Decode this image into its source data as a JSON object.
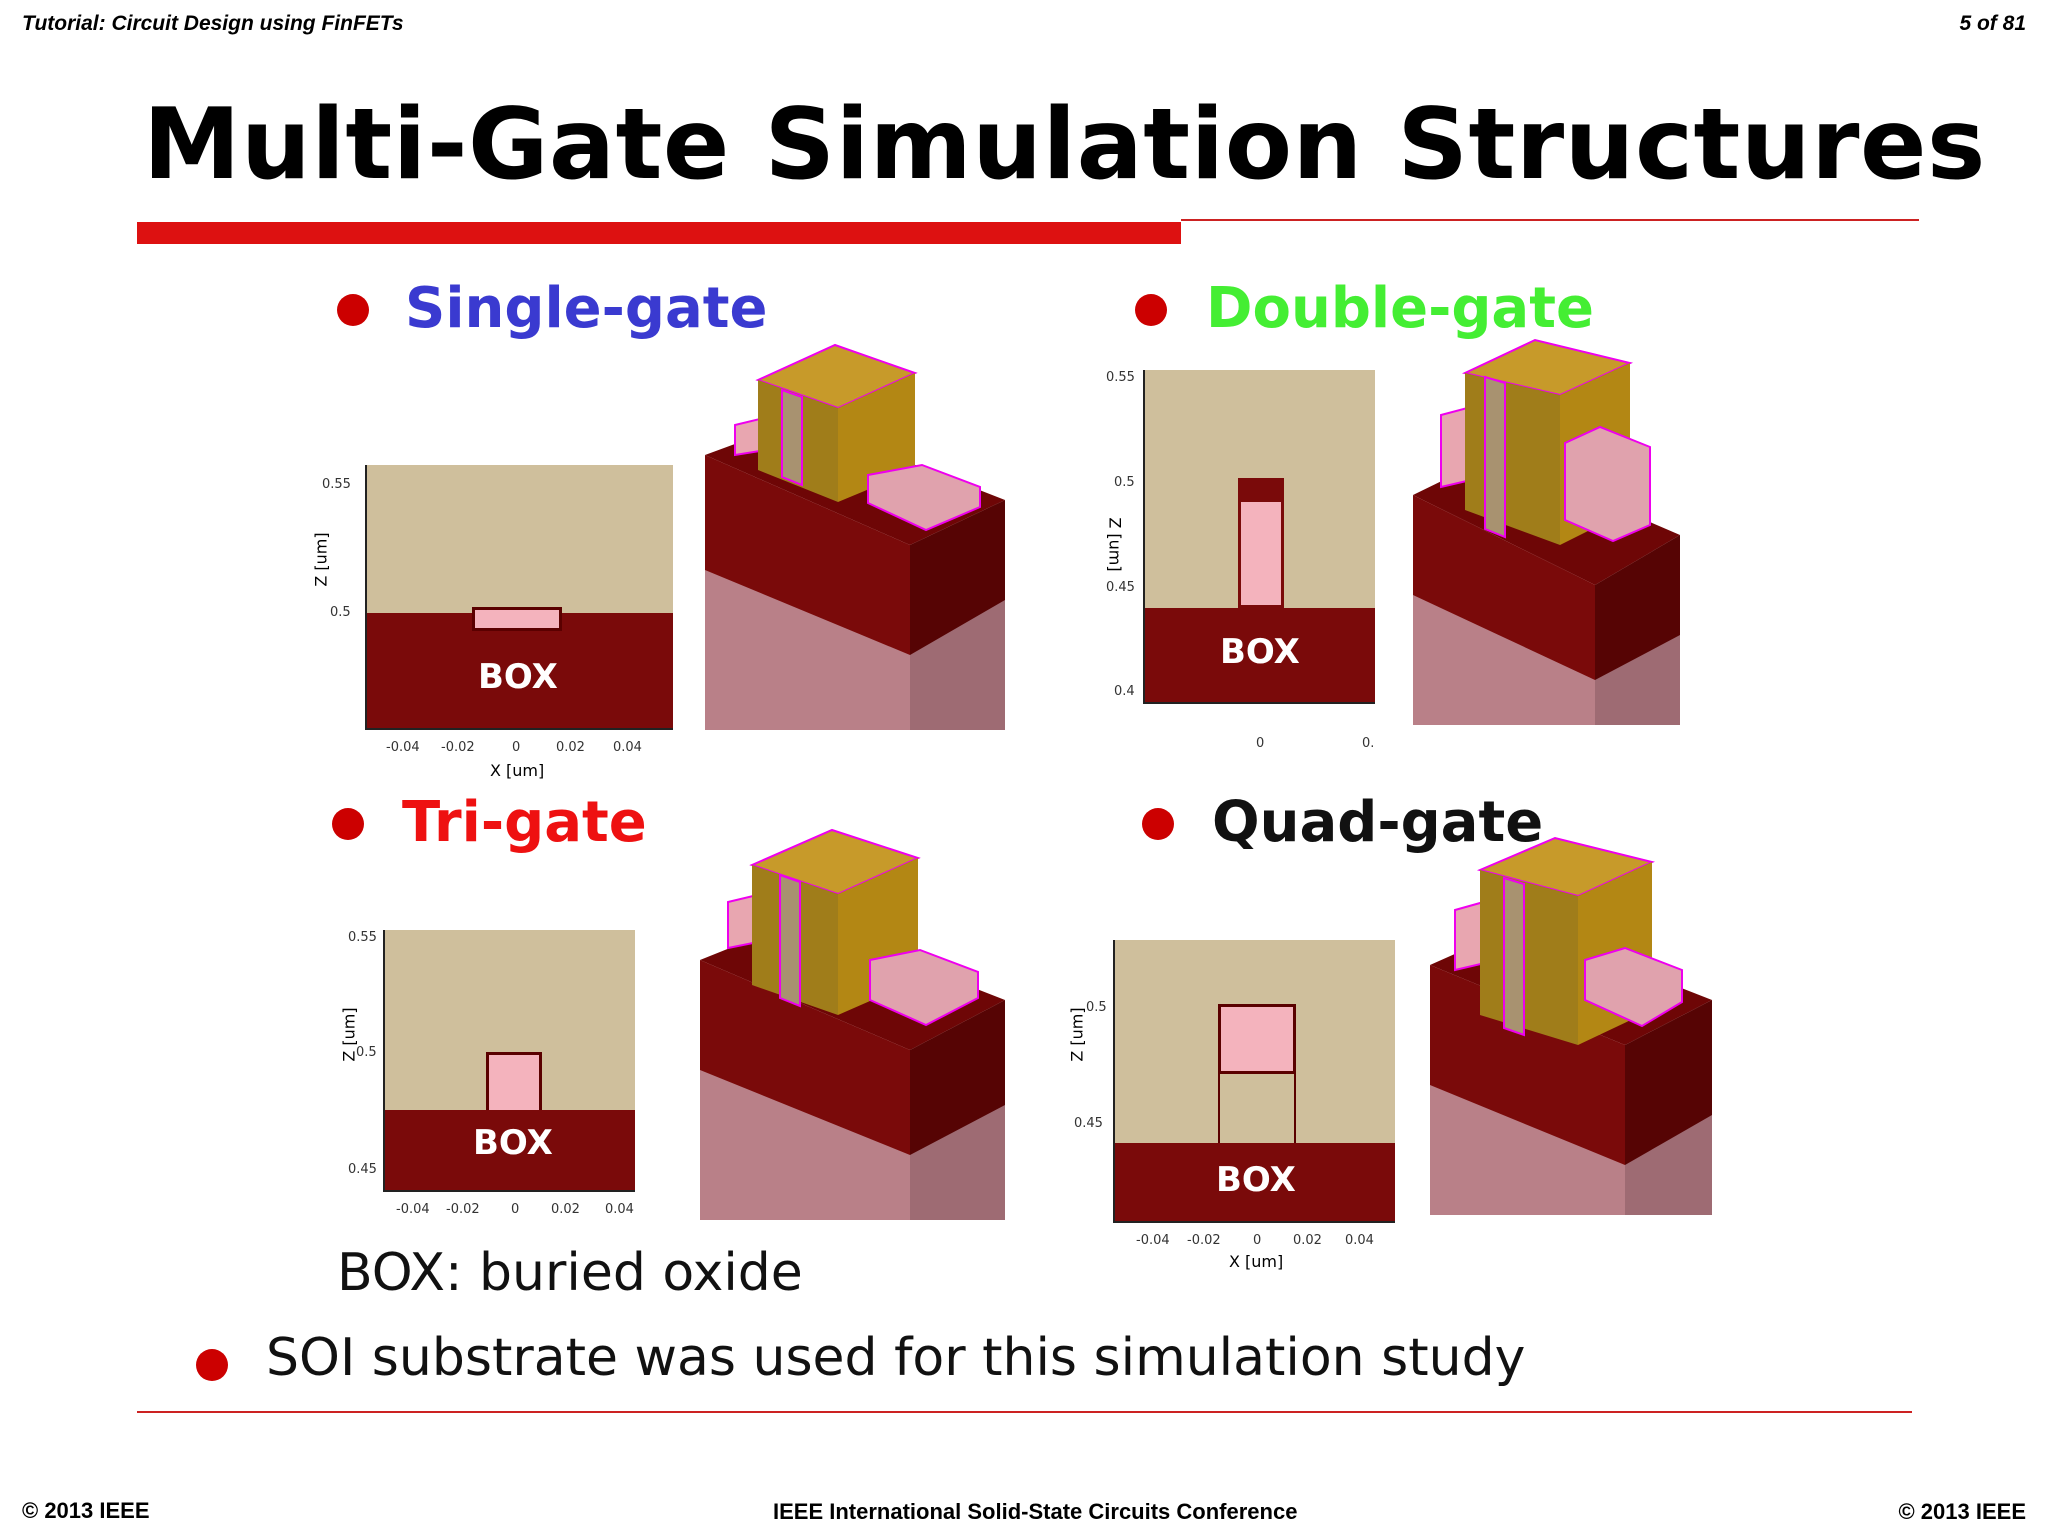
{
  "header": {
    "tutorial_title": "Tutorial: Circuit Design using FinFETs",
    "page_counter": "5 of 81"
  },
  "slide": {
    "title": "Multi-Gate Simulation Structures"
  },
  "quadrants": [
    {
      "label": "Single-gate",
      "color": "#3a3ad0"
    },
    {
      "label": "Double-gate",
      "color": "#44ee33"
    },
    {
      "label": "Tri-gate",
      "color": "#ee1111"
    },
    {
      "label": "Quad-gate",
      "color": "#000000"
    }
  ],
  "plots": {
    "single": {
      "z_label": "Z [um]",
      "x_label": "X [um]",
      "y_ticks": [
        "0.55",
        "0.5"
      ],
      "x_ticks": [
        "-0.04",
        "-0.02",
        "0",
        "0.02",
        "0.04"
      ],
      "box": "BOX"
    },
    "double": {
      "z_label": "Z [um]",
      "y_ticks": [
        "0.55",
        "0.5",
        "0.45",
        "0.4"
      ],
      "x_ticks": [
        "0",
        "0."
      ],
      "box": "BOX"
    },
    "tri": {
      "z_label": "Z [um]",
      "y_ticks": [
        "0.55",
        "0.5",
        "0.45"
      ],
      "x_ticks": [
        "-0.04",
        "-0.02",
        "0",
        "0.02",
        "0.04"
      ],
      "box": "BOX"
    },
    "quad": {
      "z_label": "Z [um]",
      "x_label": "X [um]",
      "y_ticks": [
        "0.5",
        "0.45"
      ],
      "x_ticks": [
        "-0.04",
        "-0.02",
        "0",
        "0.02",
        "0.04"
      ],
      "box": "BOX"
    }
  },
  "body": {
    "box_definition": "BOX: buried oxide",
    "bullet": "SOI substrate was used for this simulation study"
  },
  "footer": {
    "left": "© 2013 IEEE",
    "center": "IEEE International Solid-State Circuits Conference",
    "right": "© 2013 IEEE"
  },
  "colors": {
    "accent_red": "#dd1111",
    "substrate": "#7a0a0a",
    "oxide_tan": "#cfbf9c",
    "fin_pink": "#f4b3bd",
    "gate_gold": "#b88a14"
  }
}
